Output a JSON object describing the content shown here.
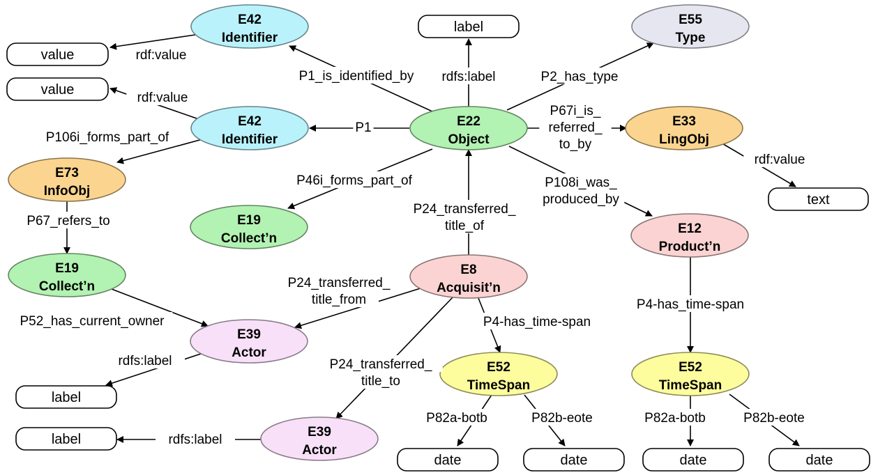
{
  "colors": {
    "blue": "#b9f2fb",
    "grey": "#e6e6f0",
    "green": "#b2f2b2",
    "orange": "#fbd58f",
    "red": "#fbd3d3",
    "violet": "#f7e0f8",
    "yellow": "#fdfd9e",
    "literal": "#ffffff"
  },
  "nodes": [
    {
      "id": "e42a",
      "line1": "E42",
      "line2": "Identifier",
      "color": "blue"
    },
    {
      "id": "e55",
      "line1": "E55",
      "line2": "Type",
      "color": "grey"
    },
    {
      "id": "e42b",
      "line1": "E42",
      "line2": "Identifier",
      "color": "blue"
    },
    {
      "id": "e22",
      "line1": "E22",
      "line2": "Object",
      "color": "green"
    },
    {
      "id": "e33",
      "line1": "E33",
      "line2": "LingObj",
      "color": "orange"
    },
    {
      "id": "e73",
      "line1": "E73",
      "line2": "InfoObj",
      "color": "orange"
    },
    {
      "id": "e19a",
      "line1": "E19",
      "line2": "Collect’n",
      "color": "green"
    },
    {
      "id": "e12",
      "line1": "E12",
      "line2": "Product’n",
      "color": "red"
    },
    {
      "id": "e19b",
      "line1": "E19",
      "line2": "Collect’n",
      "color": "green"
    },
    {
      "id": "e8",
      "line1": "E8",
      "line2": "Acquisit’n",
      "color": "red"
    },
    {
      "id": "e39a",
      "line1": "E39",
      "line2": "Actor",
      "color": "violet"
    },
    {
      "id": "e52a",
      "line1": "E52",
      "line2": "TimeSpan",
      "color": "yellow"
    },
    {
      "id": "e52b",
      "line1": "E52",
      "line2": "TimeSpan",
      "color": "yellow"
    },
    {
      "id": "e39b",
      "line1": "E39",
      "line2": "Actor",
      "color": "violet"
    }
  ],
  "literals": [
    {
      "id": "lit-label-top",
      "text": "label"
    },
    {
      "id": "lit-value-1",
      "text": "value"
    },
    {
      "id": "lit-value-2",
      "text": "value"
    },
    {
      "id": "lit-text",
      "text": "text"
    },
    {
      "id": "lit-label-a",
      "text": "label"
    },
    {
      "id": "lit-label-b",
      "text": "label"
    },
    {
      "id": "lit-date-1",
      "text": "date"
    },
    {
      "id": "lit-date-2",
      "text": "date"
    },
    {
      "id": "lit-date-3",
      "text": "date"
    },
    {
      "id": "lit-date-4",
      "text": "date"
    }
  ],
  "edges": [
    {
      "from": "e22",
      "to": "e42a",
      "lines": [
        "P1_is_identified_by"
      ]
    },
    {
      "from": "e22",
      "to": "lit-label-top",
      "lines": [
        "rdfs:label"
      ]
    },
    {
      "from": "e22",
      "to": "e55",
      "lines": [
        "P2_has_type"
      ]
    },
    {
      "from": "e42a",
      "to": "lit-value-1",
      "lines": [
        "rdf:value"
      ]
    },
    {
      "from": "e42b",
      "to": "lit-value-2",
      "lines": [
        "rdf:value"
      ]
    },
    {
      "from": "e22",
      "to": "e42b",
      "lines": [
        "P1"
      ]
    },
    {
      "from": "e22",
      "to": "e33",
      "lines": [
        "P67i_is_",
        "referred_",
        "to_by"
      ]
    },
    {
      "from": "e42b",
      "to": "e73",
      "lines": [
        "P106i_forms_part_of"
      ]
    },
    {
      "from": "e33",
      "to": "lit-text",
      "lines": [
        "rdf:value"
      ]
    },
    {
      "from": "e22",
      "to": "e19a",
      "lines": [
        "P46i_forms_part_of"
      ]
    },
    {
      "from": "e22",
      "to": "e12",
      "lines": [
        "P108i_was_",
        "produced_by"
      ]
    },
    {
      "from": "e8",
      "to": "e22",
      "lines": [
        "P24_transferred_",
        "title_of"
      ]
    },
    {
      "from": "e73",
      "to": "e19b",
      "lines": [
        "P67_refers_to"
      ]
    },
    {
      "from": "e19b",
      "to": "e39a",
      "lines": [
        "P52_has_current_owner"
      ]
    },
    {
      "from": "e8",
      "to": "e39a",
      "lines": [
        "P24_transferred_",
        "title_from"
      ]
    },
    {
      "from": "e12",
      "to": "e52b",
      "lines": [
        "P4-has_time-span"
      ]
    },
    {
      "from": "e8",
      "to": "e52a",
      "lines": [
        "P4-has_time-span"
      ]
    },
    {
      "from": "e39a",
      "to": "lit-label-a",
      "lines": [
        "rdfs:label"
      ]
    },
    {
      "from": "e8",
      "to": "e39b",
      "lines": [
        "P24_transferred_",
        "title_to"
      ]
    },
    {
      "from": "e39b",
      "to": "lit-label-b",
      "lines": [
        "rdfs:label"
      ]
    },
    {
      "from": "e52a",
      "to": "lit-date-1",
      "lines": [
        "P82a-botb"
      ]
    },
    {
      "from": "e52a",
      "to": "lit-date-2",
      "lines": [
        "P82b-eote"
      ]
    },
    {
      "from": "e52b",
      "to": "lit-date-3",
      "lines": [
        "P82a-botb"
      ]
    },
    {
      "from": "e52b",
      "to": "lit-date-4",
      "lines": [
        "P82b-eote"
      ]
    }
  ]
}
